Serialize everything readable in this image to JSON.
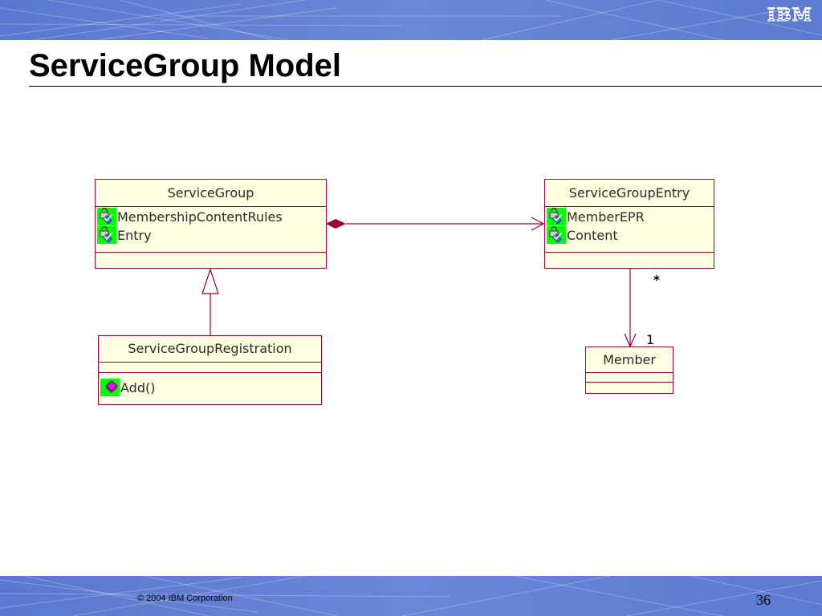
{
  "slide": {
    "title": "ServiceGroup Model",
    "logo": "IBM",
    "copyright": "© 2004 IBM Corporation",
    "page_number": "36"
  },
  "diagram": {
    "classes": {
      "service_group": {
        "name": "ServiceGroup",
        "attributes": [
          "MembershipContentRules",
          "Entry"
        ],
        "attribute_icon": "locked-attribute-icon"
      },
      "service_group_entry": {
        "name": "ServiceGroupEntry",
        "attributes": [
          "MemberEPR",
          "Content"
        ],
        "attribute_icon": "locked-attribute-icon"
      },
      "service_group_registration": {
        "name": "ServiceGroupRegistration",
        "operations": [
          "Add()"
        ],
        "operation_icon": "operation-icon"
      },
      "member": {
        "name": "Member"
      }
    },
    "relationships": {
      "composition": {
        "from": "ServiceGroup",
        "to": "ServiceGroupEntry",
        "type": "composition"
      },
      "generalization": {
        "from": "ServiceGroupRegistration",
        "to": "ServiceGroup",
        "type": "generalization"
      },
      "association": {
        "from": "ServiceGroupEntry",
        "to": "Member",
        "type": "association",
        "source_multiplicity": "*",
        "target_multiplicity": "1"
      }
    },
    "colors": {
      "class_fill": "#ffffe1",
      "class_border": "#990033",
      "icon_bg": "#00ff00",
      "band": "#6a86d6"
    }
  }
}
